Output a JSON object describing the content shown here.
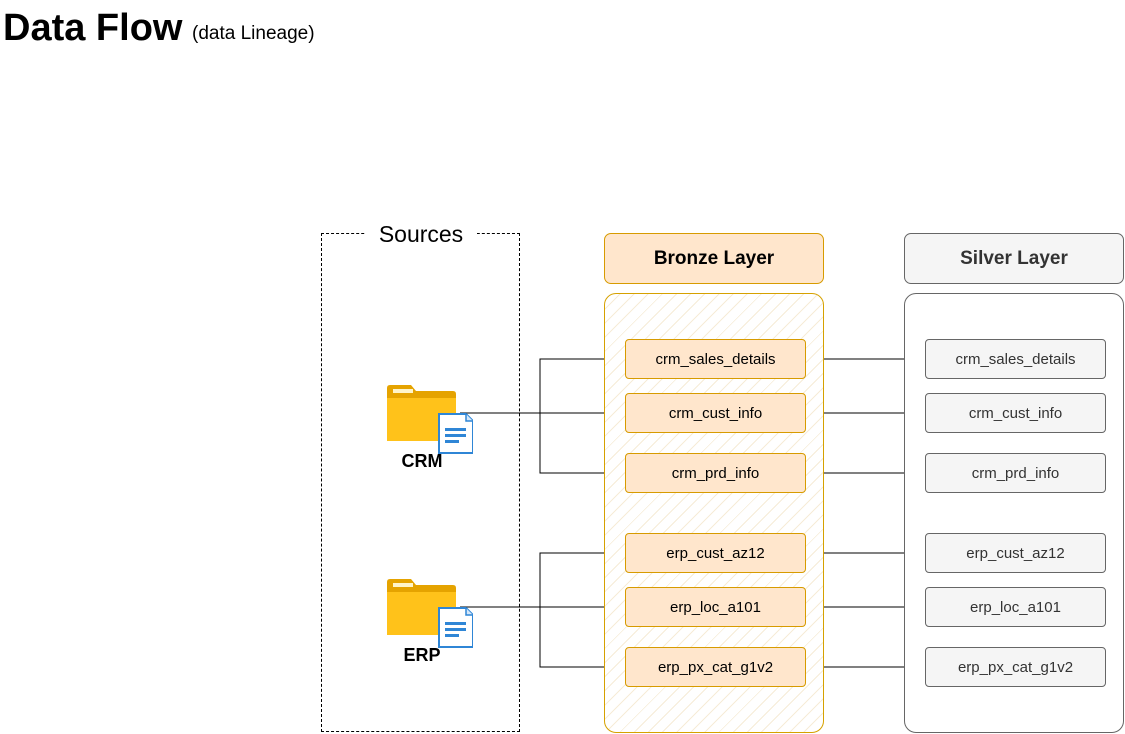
{
  "header": {
    "title": "Data Flow",
    "subtitle": "(data Lineage)"
  },
  "sources": {
    "title": "Sources",
    "items": [
      {
        "label": "CRM",
        "icon": "folder-document-icon"
      },
      {
        "label": "ERP",
        "icon": "folder-document-icon"
      }
    ]
  },
  "bronze": {
    "title": "Bronze Layer",
    "tables": [
      "crm_sales_details",
      "crm_cust_info",
      "crm_prd_info",
      "erp_cust_az12",
      "erp_loc_a101",
      "erp_px_cat_g1v2"
    ]
  },
  "silver": {
    "title": "Silver Layer",
    "tables": [
      "crm_sales_details",
      "crm_cust_info",
      "crm_prd_info",
      "erp_cust_az12",
      "erp_loc_a101",
      "erp_px_cat_g1v2"
    ]
  },
  "colors": {
    "bronze_fill": "#ffe6cc",
    "bronze_stroke": "#d79b00",
    "silver_fill": "#f5f5f5",
    "silver_stroke": "#666666",
    "folder": "#ffc000",
    "document": "#2f86d6"
  }
}
